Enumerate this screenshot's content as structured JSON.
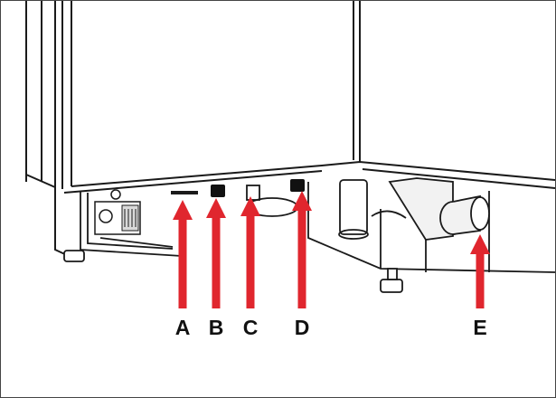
{
  "callouts": [
    {
      "letter": "A"
    },
    {
      "letter": "B"
    },
    {
      "letter": "C"
    },
    {
      "letter": "D"
    },
    {
      "letter": "E"
    }
  ],
  "colors": {
    "arrow": "#e0262e",
    "line": "#1a1a1a",
    "shade": "#d9d9d9",
    "frame": "#444444"
  },
  "icons": {
    "arrow": "up-arrow-icon"
  }
}
